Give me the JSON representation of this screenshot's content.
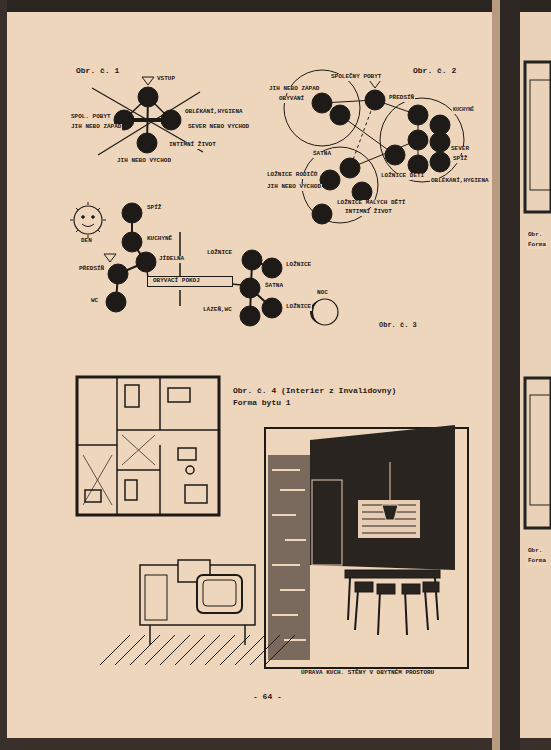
{
  "diagram": {
    "caption": "ÚPRAVA KUCH. STĚNY V OBYTNÉM PROSTORU",
    "nodes": [
      {
        "text": [
          "OBÝVACÍ POKOJ"
        ]
      }
    ],
    "labels": [
      "Obr. č. 1",
      "VSTUP",
      "SPOL. POBYT",
      "JIH NEBO ZÁPAD",
      "OBLÉKÁNÍ,HYGIENA",
      "SEVER NEBO VÝCHOD",
      "INTIMNÍ ŽIVOT",
      "JIH NEBO VÝCHOD",
      "Obr. č. 2",
      "SPOLEČNÝ POBYT",
      "JIH NEBO ZÁPAD",
      "OBÝVÁNÍ",
      "PŘEDSÍŇ",
      "KUCHYNĚ",
      "SEVER",
      "SPÍŽ",
      "LOŽNICE DĚTÍ",
      "OBLÉKÁNÍ,HYGIENA",
      "ŠATNA",
      "LOŽNICE RODIČŮ",
      "JIH NEBO VÝCHOD",
      "LOŽNICE MALÝCH DĚTÍ",
      "INTIMNÍ ŽIVOT",
      "DEN",
      "SPÍŽ",
      "KUCHYNĚ",
      "JÍDELNA",
      "PŘEDSÍŇ",
      "WC",
      "LOŽNICE",
      "LOŽNICE",
      "ŠATNA",
      "LOŽNICE",
      "LÁZEŇ,WC",
      "NOC",
      "Obr. č. 3",
      "Obr. č. 4 (Interier z Invalidovny)",
      "Forma bytu 1",
      "- 64 -",
      "Obr.",
      "Forma",
      "Obr.",
      "Forma"
    ]
  }
}
